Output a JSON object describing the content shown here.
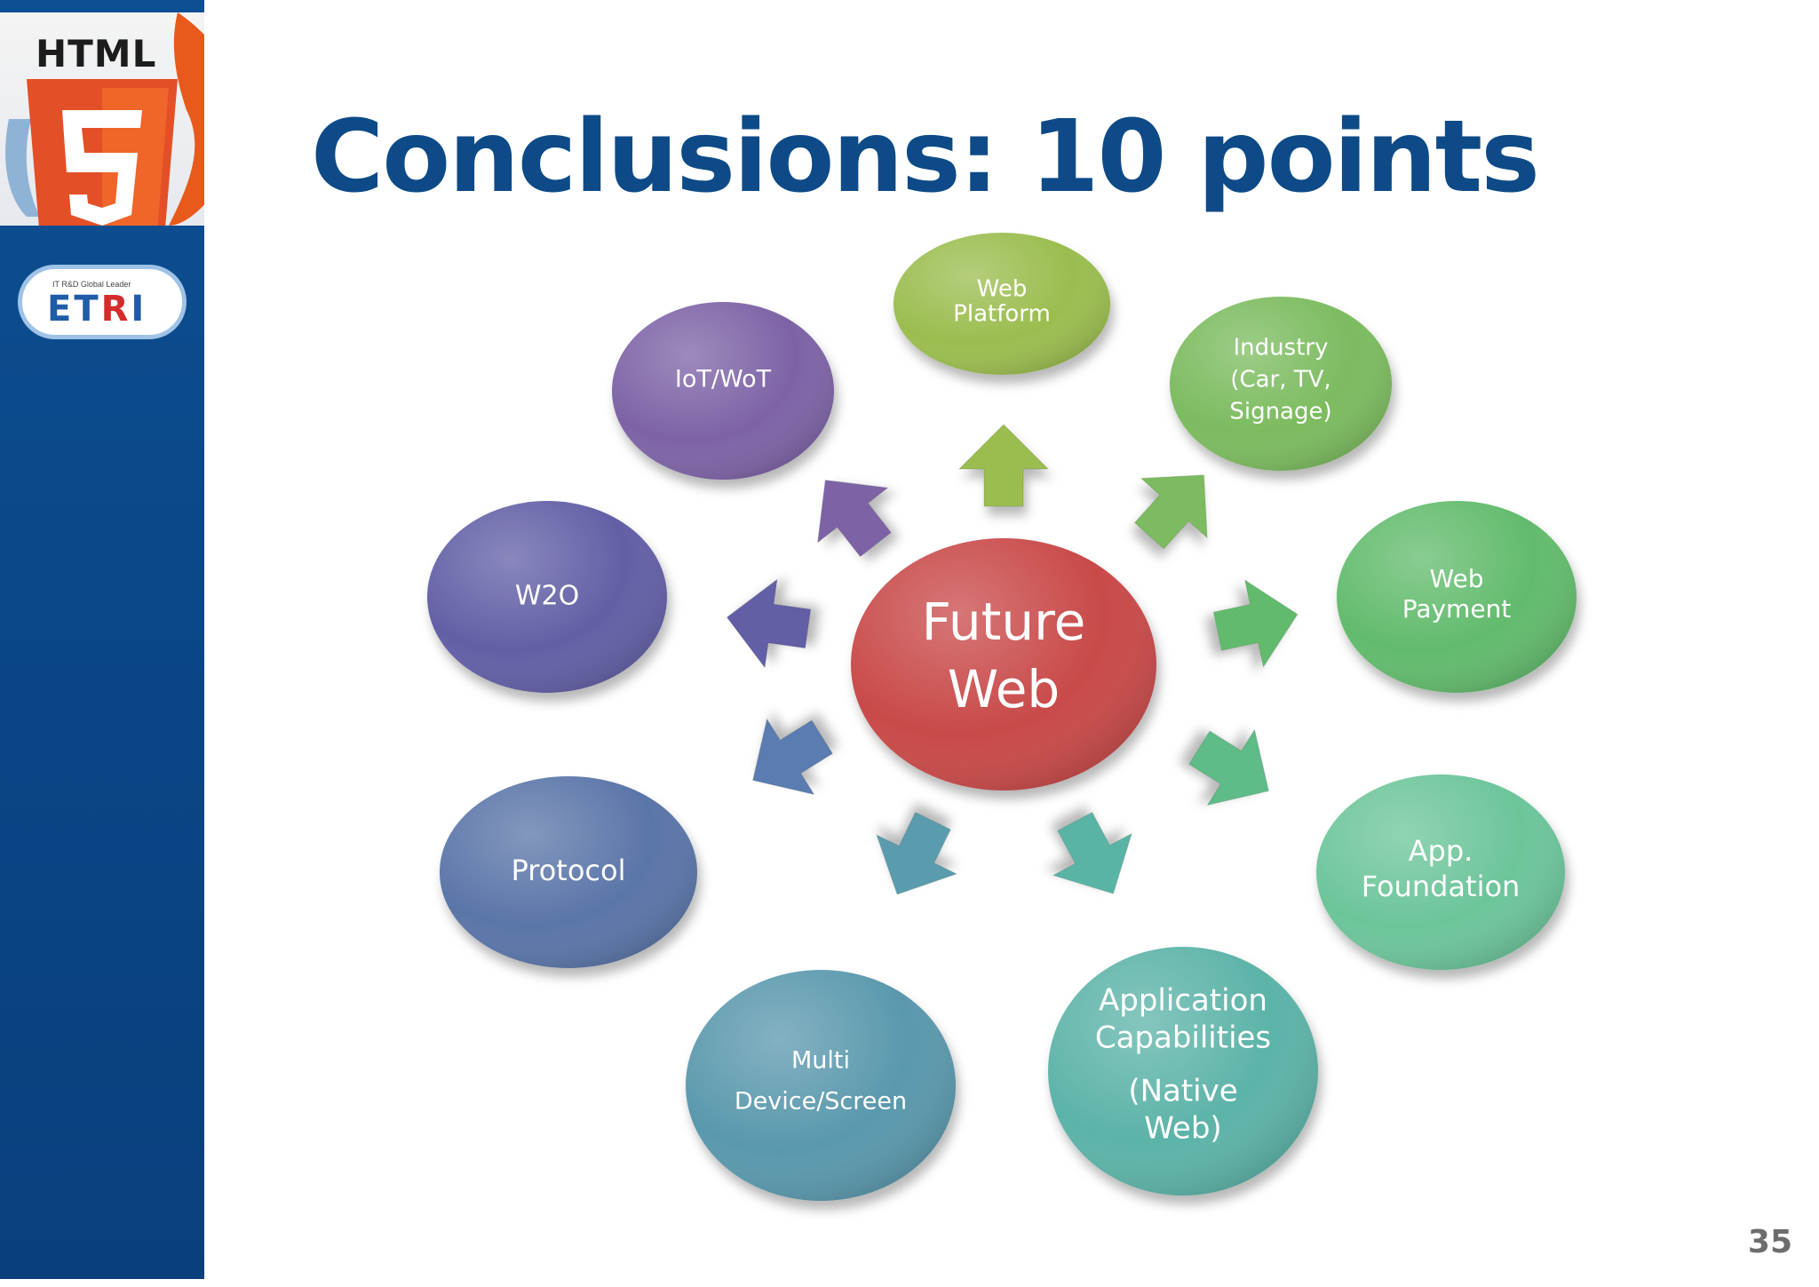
{
  "title": "Conclusions: 10 points",
  "page_number": "35",
  "logos": {
    "html5_text": "HTML",
    "html5_shield_digit": "5",
    "etri_tagline": "IT R&D Global Leader",
    "etri_name_blue": "ET",
    "etri_name_red": "R",
    "etri_name_blue2": "I"
  },
  "diagram": {
    "center": {
      "lines": [
        "Future",
        "Web"
      ],
      "color": "#c9494a"
    },
    "nodes": [
      {
        "id": "web-platform",
        "lines": [
          "Web",
          "Platform"
        ],
        "color": "#9bbd50"
      },
      {
        "id": "industry",
        "lines": [
          "Industry",
          "(Car, TV,",
          "Signage)"
        ],
        "color": "#7cbb5e"
      },
      {
        "id": "web-payment",
        "lines": [
          "Web",
          "Payment"
        ],
        "color": "#62bb6d"
      },
      {
        "id": "app-foundation",
        "lines": [
          "App.",
          "Foundation"
        ],
        "color": "#6cc59a"
      },
      {
        "id": "application-capabilities",
        "lines": [
          "Application",
          "Capabilities",
          "(Native",
          "Web)"
        ],
        "color": "#5cb3a8"
      },
      {
        "id": "multi-device-screen",
        "lines": [
          "Multi",
          "Device/Screen"
        ],
        "color": "#5a98ad"
      },
      {
        "id": "protocol",
        "lines": [
          "Protocol"
        ],
        "color": "#5a74a8"
      },
      {
        "id": "w2o",
        "lines": [
          "W2O"
        ],
        "color": "#625fa6"
      },
      {
        "id": "iot-wot",
        "lines": [
          "IoT/WoT"
        ],
        "color": "#7d64a6"
      }
    ],
    "arrow_colors": [
      "#9bbd50",
      "#7cbb5e",
      "#62bb6d",
      "#5fbb88",
      "#5ab4a5",
      "#5a9cad",
      "#5a7bb0",
      "#625fa6",
      "#7d64a6"
    ]
  }
}
